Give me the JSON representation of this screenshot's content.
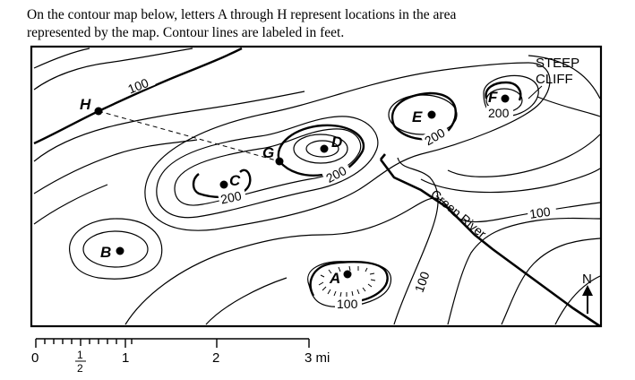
{
  "question": {
    "line1": "On the contour map below, letters A through H represent locations in the area",
    "line2": "represented by the map. Contour lines are labeled in feet."
  },
  "map": {
    "locations": {
      "A": "A",
      "B": "B",
      "C": "C",
      "D": "D",
      "E": "E",
      "F": "F",
      "G": "G",
      "H": "H"
    },
    "contour_labels": {
      "h100": "100",
      "c200": "200",
      "d200": "200",
      "e200": "200",
      "f200": "200",
      "a100": "100",
      "right100": "100",
      "low100": "100"
    },
    "steep_cliff_line1": "STEEP",
    "steep_cliff_line2": "CLIFF",
    "river_label": "Green River",
    "north_label": "N",
    "scale": {
      "t0": "0",
      "thalf_num": "1",
      "thalf_den": "2",
      "t1": "1",
      "t2": "2",
      "t3": "3 mi"
    }
  }
}
